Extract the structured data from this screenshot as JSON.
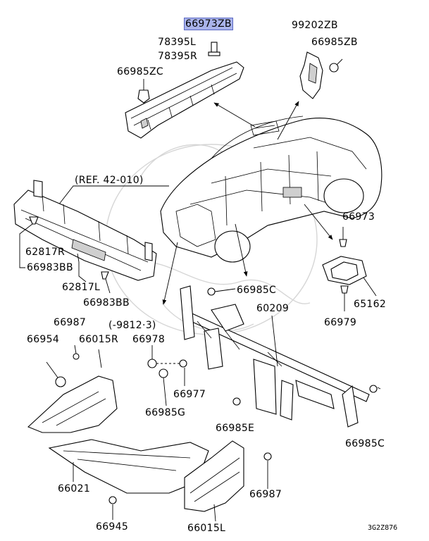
{
  "labels": {
    "p66973ZB": "66973ZB",
    "p78395L": "78395L",
    "p78395R": "78395R",
    "p66985ZC": "66985ZC",
    "p99202ZB": "99202ZB",
    "p66985ZB": "66985ZB",
    "ref": "(REF. 42-010)",
    "p62817R": "62817R",
    "p66983BB_a": "66983BB",
    "p62817L": "62817L",
    "p66983BB_b": "66983BB",
    "p66973": "66973",
    "p66985C_a": "66985C",
    "p60209": "60209",
    "p65162": "65162",
    "p66979": "66979",
    "p66987_a": "66987",
    "range": "(-9812·3)",
    "p66954": "66954",
    "p66015R": "66015R",
    "p66978": "66978",
    "p66977": "66977",
    "p66985G": "66985G",
    "p66985E": "66985E",
    "p66985C_b": "66985C",
    "p66021": "66021",
    "p66987_b": "66987",
    "p66945": "66945",
    "p66015L": "66015L",
    "diagram_code": "3G2Z876"
  },
  "highlight_color": "#a9b3ea"
}
